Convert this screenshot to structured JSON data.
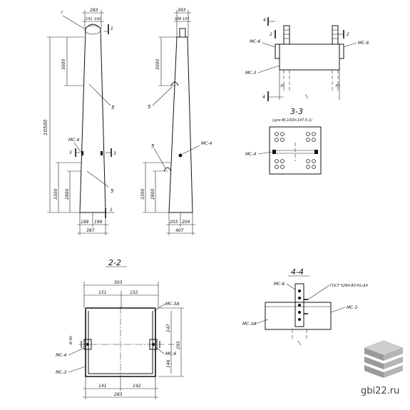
{
  "front": {
    "top_mark": "I",
    "width_dim": "283",
    "top_sub": "141",
    "top_sub2": "142",
    "height_total": "10500",
    "h3000": "3000",
    "h3300": "3300",
    "h2800": "2800",
    "item5": "5",
    "mc4": "МС-4",
    "sec1": "1",
    "sec3": "3",
    "bot_left": "188",
    "bot_right": "199",
    "bot_total": "387"
  },
  "side": {
    "width_dim": "393",
    "top_sub": "146",
    "top_sub2": "147",
    "h3000": "3000",
    "h3300": "3300",
    "h2800": "2800",
    "item5": "5",
    "mc4": "МС-4",
    "bot_left": "203",
    "bot_right": "204",
    "bot_total": "407"
  },
  "view1": {
    "mark4": "4",
    "mark2": "2",
    "mc6_left": "МС-6",
    "mc6_right": "МС-6",
    "mc3": "МС-3",
    "dim30": "30",
    "dim35": "35"
  },
  "sec33": {
    "title": "3-3",
    "subtitle": "(для ВС1000-147,5-1)",
    "mc4": "МС-4"
  },
  "sec22": {
    "title": "2-2",
    "width_total": "303",
    "w151": "151",
    "w152": "152",
    "phi": "Ø 40",
    "mc3a": "МС-3А",
    "h293": "293",
    "h147": "147",
    "h146": "146",
    "mc4": "МС-4",
    "mc6": "МС-6",
    "mc3": "МС-3",
    "b141": "141",
    "b142": "142",
    "b283": "283"
  },
  "sec44": {
    "title": "4-4",
    "mc6": "МС-6",
    "gost": "ГОСТ 5264-80-Н1-Δ4",
    "mc3": "МС-3",
    "mc3a": "МС-3А"
  },
  "watermark": {
    "text": "gbi22.ru"
  }
}
